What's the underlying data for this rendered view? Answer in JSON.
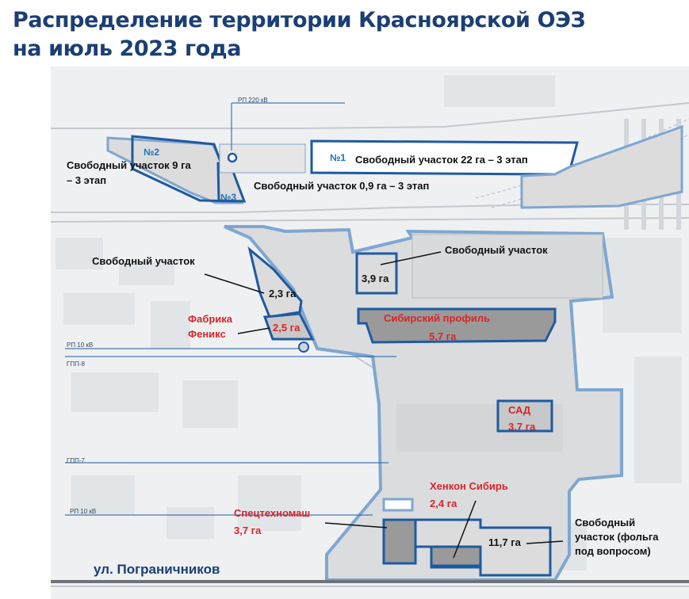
{
  "title": {
    "line1": "Распределение территории Красноярской ОЭЗ",
    "line2": "на июль 2023 года"
  },
  "colors": {
    "title": "#1b3f73",
    "border_dark": "#1f5aa0",
    "border_light": "#7fa6d0",
    "plot_gray": "#dcdcdc",
    "plot_occupied": "#9a9a9a",
    "resident_text": "#d7262a",
    "number_text": "#1d73b8"
  },
  "map": {
    "utility_labels": {
      "rp220": "РП 220 кВ",
      "rp10_top": "РП 10 кВ",
      "gpp8": "ГПП-8",
      "gpp7": "ГПП-7",
      "rp10_bottom": "РП 10 кВ"
    },
    "plot_numbers": {
      "n1": "№1",
      "n2": "№2",
      "n3": "№3"
    },
    "plots": {
      "plot1": "Свободный участок 22 га – 3 этап",
      "plot2_line1": "Свободный участок 9 га",
      "plot2_line2": "– 3 этап",
      "plot3": "Свободный участок 0,9 га – 3 этап",
      "free_left": "Свободный участок",
      "free_left_area": "2,3 га",
      "free_center": "Свободный участок",
      "free_center_area": "3,9 га",
      "free_right_area": "11,7 га",
      "free_right_line1": "Свободный",
      "free_right_line2": "участок (фольга",
      "free_right_line3": "под вопросом)"
    },
    "residents": {
      "fenix_line1": "Фабрика",
      "fenix_line2": "Феникс",
      "fenix_area": "2,5 га",
      "sib_profil": "Сибирский профиль",
      "sib_profil_area": "5,7 га",
      "sad": "САД",
      "sad_area": "3,7 га",
      "henkon": "Хенкон Сибирь",
      "henkon_area": "2,4 га",
      "spetstekh": "Спецтехномаш",
      "spetstekh_area": "3,7 га"
    },
    "street": "ул. Пограничников"
  }
}
